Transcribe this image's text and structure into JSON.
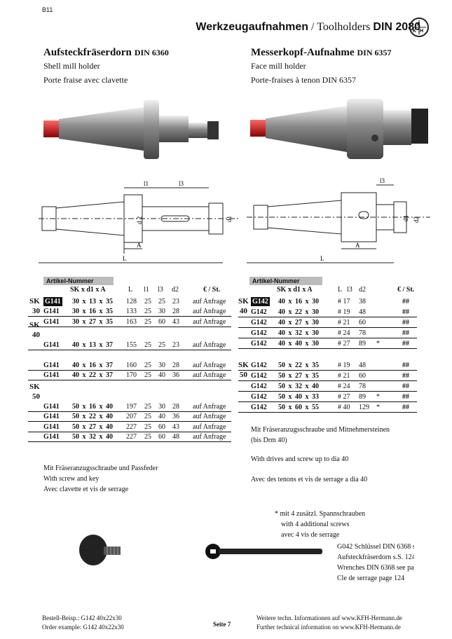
{
  "page_code": "B11",
  "header": {
    "title_de": "Werkzeugaufnahmen",
    "sep": " / ",
    "title_en": "Toolholders",
    "std": "DIN 2080"
  },
  "logo": {
    "text": "KFH"
  },
  "left": {
    "title": "Aufsteckfräserdorn",
    "std": "DIN 6360",
    "sub_en": "Shell mill holder",
    "sub_fr": "Porte fraise avec clavette",
    "dims": {
      "l1": "l1",
      "l3": "l3",
      "d2": "d 2",
      "d1": "d1",
      "A": "A",
      "L": "L"
    },
    "table": {
      "subheader": "Artikel-Nummer",
      "cols": [
        "SK x d1 x A",
        "L",
        "l1",
        "l3",
        "d2",
        "€ / St."
      ]
    },
    "rows": [
      {
        "sk": "SK",
        "sk2": "30",
        "code": "G141",
        "hl": true,
        "sz": "30 x 13 x 35",
        "L": "128",
        "l1": "25",
        "l3": "25",
        "d2": "23",
        "p": "auf Anfrage"
      },
      {
        "code": "G141",
        "sz": "30 x 16 x 35",
        "L": "133",
        "l1": "25",
        "l3": "30",
        "d2": "28",
        "p": "auf Anfrage"
      },
      {
        "code": "G141",
        "sz": "30 x 27 x 35",
        "L": "163",
        "l1": "25",
        "l3": "60",
        "d2": "43",
        "p": "auf Anfrage"
      },
      {
        "sk": "SK",
        "sk2": "40",
        "code": "G141",
        "sz": "40 x 13 x 37",
        "L": "155",
        "l1": "25",
        "l3": "25",
        "d2": "23",
        "p": "auf Anfrage"
      },
      {
        "code": "G141",
        "sz": "40 x 16 x 37",
        "L": "160",
        "l1": "25",
        "l3": "30",
        "d2": "28",
        "p": "auf Anfrage"
      },
      {
        "code": "G141",
        "sz": "40 x 22 x 37",
        "L": "170",
        "l1": "25",
        "l3": "40",
        "d2": "36",
        "p": "auf Anfrage"
      },
      {
        "sk": "SK",
        "sk2": "50",
        "code": "G141",
        "sz": "50 x 16 x 40",
        "L": "197",
        "l1": "25",
        "l3": "30",
        "d2": "28",
        "p": "auf Anfrage"
      },
      {
        "code": "G141",
        "sz": "50 x 22 x 40",
        "L": "207",
        "l1": "25",
        "l3": "40",
        "d2": "36",
        "p": "auf Anfrage"
      },
      {
        "code": "G141",
        "sz": "50 x 27 x 40",
        "L": "227",
        "l1": "25",
        "l3": "60",
        "d2": "43",
        "p": "auf Anfrage"
      },
      {
        "code": "G141",
        "sz": "50 x 32 x 40",
        "L": "227",
        "l1": "25",
        "l3": "60",
        "d2": "48",
        "p": "auf Anfrage"
      }
    ],
    "notes": [
      "Mit Fräseranzugsschraube und Passfeder",
      "With screw and key",
      "Avec clavette et vis de serrage"
    ]
  },
  "right": {
    "title": "Messerkopf-Aufnahme",
    "std": "DIN 6357",
    "sub_en": "Face mill holder",
    "sub_fr": "Porte-fraises à tenon DIN 6357",
    "dims": {
      "l3": "l3",
      "d2": "d2",
      "d1": "d1",
      "A": "A",
      "L": "L"
    },
    "table": {
      "subheader": "Artikel-Nummer",
      "cols": [
        "SK x d1 x A",
        "L",
        "l3",
        "d2",
        "€ / St."
      ]
    },
    "rows": [
      {
        "sk": "SK",
        "sk2": "40",
        "code": "G142",
        "hl": true,
        "sz": "40 x 16 x 30",
        "L": "# 17",
        "l3": "38",
        "d2": "",
        "star": "",
        "p": "##"
      },
      {
        "code": "G142",
        "sz": "40 x 22 x 30",
        "L": "# 19",
        "l3": "48",
        "star": "",
        "p": "##"
      },
      {
        "code": "G142",
        "sz": "40 x 27 x 30",
        "L": "# 21",
        "l3": "60",
        "star": "",
        "p": "##"
      },
      {
        "code": "G142",
        "sz": "40 x 32 x 30",
        "L": "# 24",
        "l3": "78",
        "star": "",
        "p": "##"
      },
      {
        "code": "G142",
        "sz": "40 x 40 x 30",
        "L": "# 27",
        "l3": "89",
        "star": "*",
        "p": "##"
      },
      {
        "sk": "SK",
        "sk2": "50",
        "code": "G142",
        "sz": "50 x 22 x 35",
        "L": "# 19",
        "l3": "48",
        "star": "",
        "p": "##"
      },
      {
        "code": "G142",
        "sz": "50 x 27 x 35",
        "L": "# 21",
        "l3": "60",
        "star": "",
        "p": "##"
      },
      {
        "code": "G142",
        "sz": "50 x 32 x 40",
        "L": "# 24",
        "l3": "78",
        "star": "",
        "p": "##"
      },
      {
        "code": "G142",
        "sz": "50 x 40 x 33",
        "L": "# 27",
        "l3": "89",
        "star": "*",
        "p": "##"
      },
      {
        "code": "G142",
        "sz": "50 x 60 x 55",
        "L": "# 40",
        "l3": "129",
        "star": "*",
        "p": "##"
      }
    ],
    "notes1": [
      "Mit Fräseranzugsschraube und Mitnehmersteinen",
      "(bis Drm 40)"
    ],
    "notes2": [
      "With drives and screw up to dia 40"
    ],
    "notes3": [
      "Avec des tenons et vis de serrage a dia 40"
    ],
    "star_notes": [
      "* mit 4 zusätzl. Spannschrauben",
      "with 4 additional screws",
      "avec 4 vis de serrage"
    ],
    "wrench": [
      "G042 Schlüssel DIN 6368 s",
      "Aufsteckfräserdorn s.S. 124",
      "Wrenches DIN 6368 see pa",
      "Cle de serrage  page 124"
    ]
  },
  "footer": {
    "ex_de": "Bestell-Beisp.: G142 40x22x30",
    "ex_en": "Order example: G142 40x22x30",
    "page": "Seite 7",
    "info_de": "Weitere techn. Informationen auf  www.KFH-Hermann.de",
    "info_en": "Further technical information on www.KFH-Hermann.de"
  }
}
